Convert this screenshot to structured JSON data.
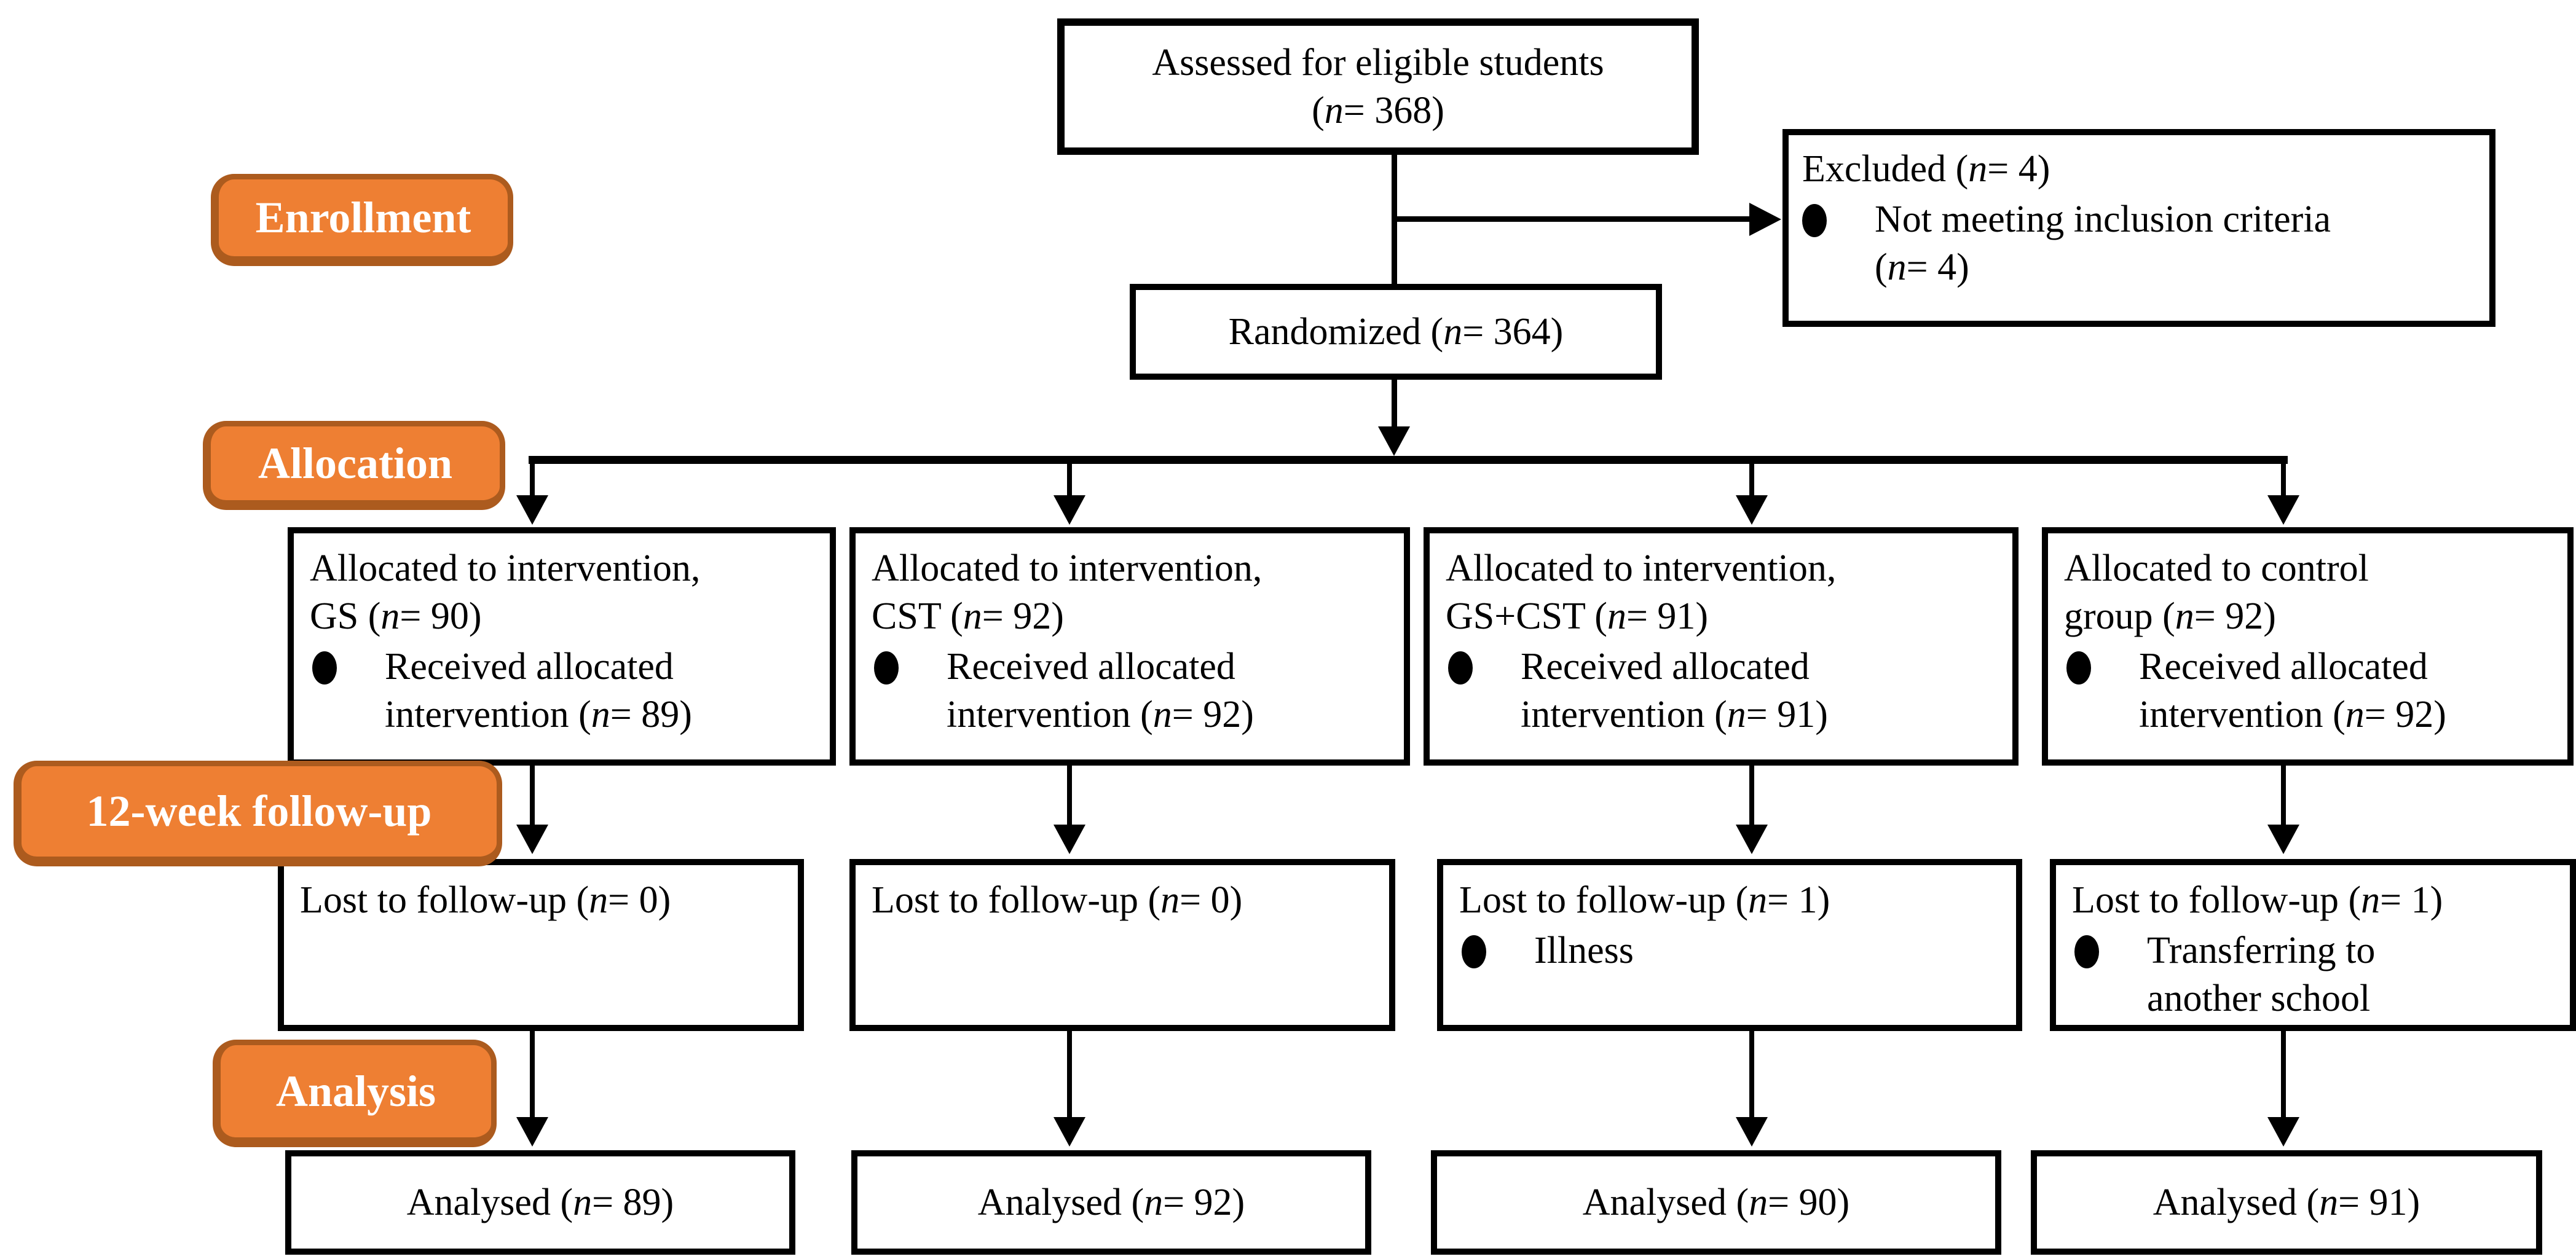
{
  "labels": {
    "enrollment": "Enrollment",
    "allocation": "Allocation",
    "followup": "12-week follow-up",
    "analysis": "Analysis"
  },
  "flow": {
    "assessed": {
      "title": "Assessed for eligible students\n(n= 368)"
    },
    "excluded": {
      "title": "Excluded (n= 4)",
      "bullet": "Not meeting inclusion criteria\n(n= 4)"
    },
    "randomized": {
      "title": "Randomized (n= 364)"
    },
    "allocation_row": [
      {
        "title": "Allocated to intervention,\nGS (n= 90)",
        "bullet": "Received allocated\nintervention (n= 89)"
      },
      {
        "title": "Allocated to intervention,\nCST (n= 92)",
        "bullet": "Received allocated\nintervention (n= 92)"
      },
      {
        "title": "Allocated to intervention,\nGS+CST (n= 91)",
        "bullet": "Received allocated\nintervention (n= 91)"
      },
      {
        "title": "Allocated to control\ngroup (n= 92)",
        "bullet": "Received allocated\nintervention (n= 92)"
      }
    ],
    "followup_row": [
      {
        "title": "Lost to follow-up (n= 0)",
        "bullet": ""
      },
      {
        "title": "Lost to follow-up (n= 0)",
        "bullet": ""
      },
      {
        "title": "Lost to follow-up (n= 1)",
        "bullet": "Illness"
      },
      {
        "title": "Lost to follow-up (n= 1)",
        "bullet": "Transferring to\nanother school"
      }
    ],
    "analysis_row": [
      {
        "title": "Analysed (n= 89)"
      },
      {
        "title": "Analysed (n= 92)"
      },
      {
        "title": "Analysed (n= 90)"
      },
      {
        "title": "Analysed (n= 91)"
      }
    ]
  },
  "colors": {
    "label_fill": "#EE7F33",
    "label_border": "#AC5B1E",
    "label_text": "#FFFFFF",
    "line": "#000000",
    "box_background": "#FFFFFF"
  }
}
